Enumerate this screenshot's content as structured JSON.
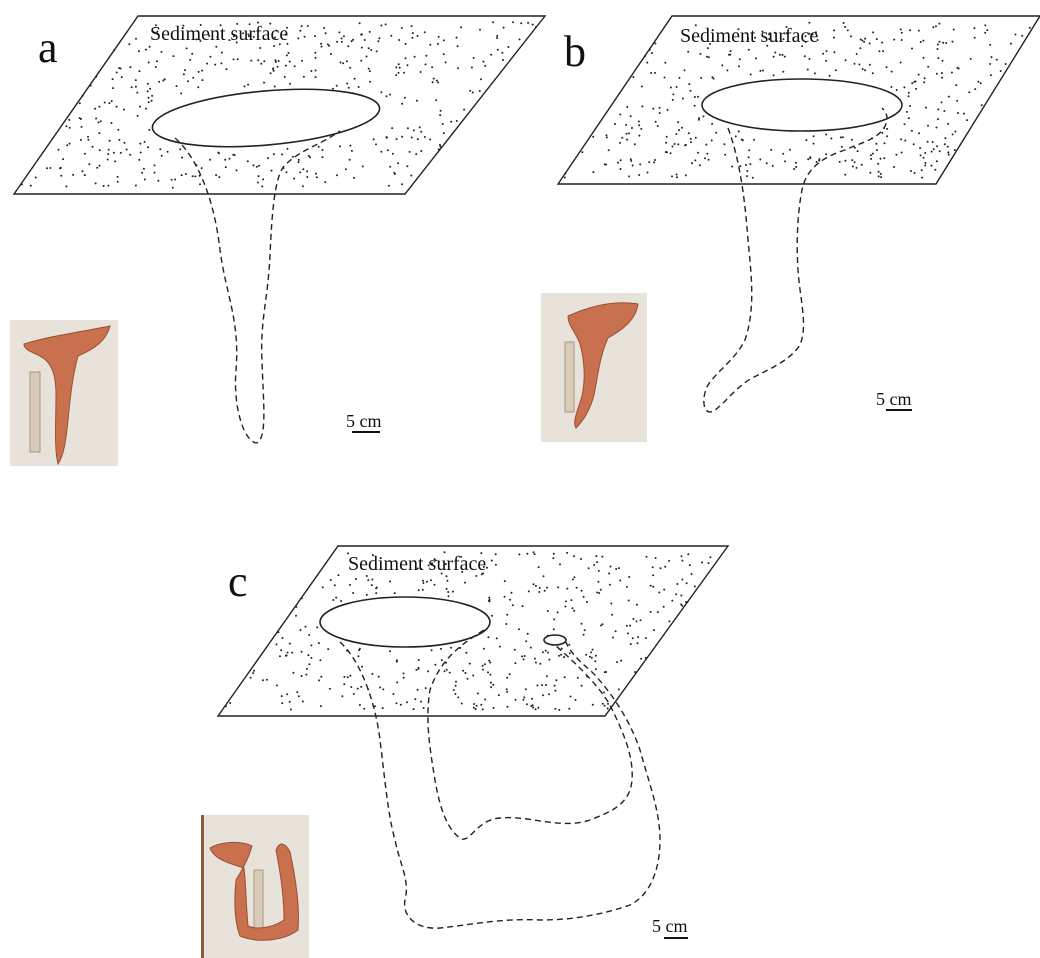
{
  "panels": [
    {
      "letter": "a",
      "surface_label": "Sediment surface",
      "scale_label": "5 cm"
    },
    {
      "letter": "b",
      "surface_label": "Sediment surface",
      "scale_label": "5 cm"
    },
    {
      "letter": "c",
      "surface_label": "Sediment surface",
      "scale_label": "5 cm"
    }
  ],
  "colors": {
    "line": "#222222",
    "cast": "#c9704f",
    "photo_background": "#e7e2da"
  }
}
